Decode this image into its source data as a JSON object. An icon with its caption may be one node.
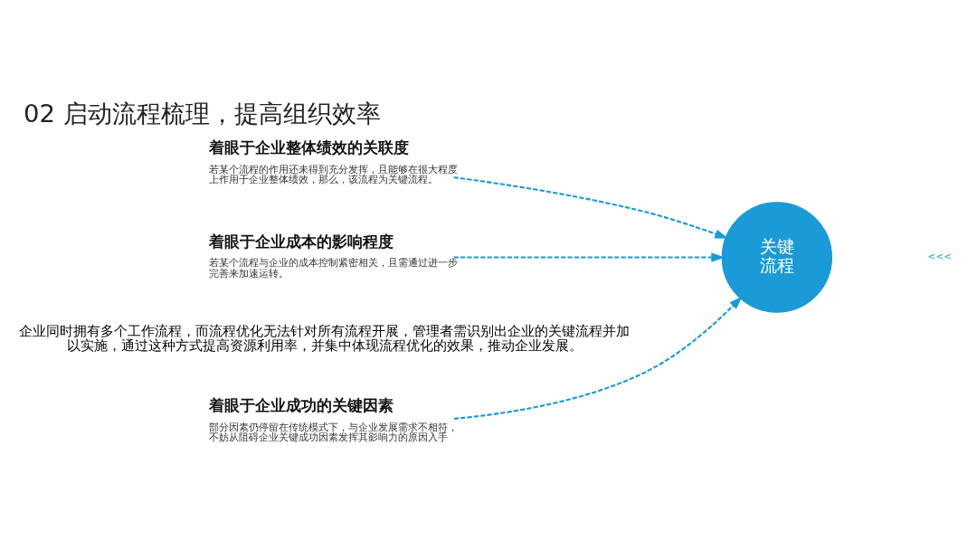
{
  "diagram": {
    "title": "02 启动流程梳理，提高组织效率",
    "nodes": [
      {
        "text": [
          "着眼于企业成功的关键因素",
          "部分因素仍停留在传统模式下，与企业发展需求不相符，不妨从阻碍企业关键成功因素发挥其影响力的原因入手"
        ]
      },
      {
        "text": [
          "着眼于企业整体绩效的关联度",
          "若某个流程的作用还未得到充分发挥，且能够在很大程度上作用于企业整体绩效，那么，该流程为关键流程。"
        ]
      },
      {
        "text": [
          "着眼于企业成本的影响程度",
          "若某个流程与企业的成本控制紧密相关，且需通过进一步完善来加速运转。"
        ]
      },
      {
        "text": [
          "关键流程"
        ]
      }
    ],
    "edges": [
      {
        "from": 0,
        "to": 3,
        "arrow": "to",
        "style": "dashed"
      },
      {
        "from": 1,
        "to": 3,
        "arrow": "to",
        "style": "dashed"
      },
      {
        "from": 2,
        "to": 3,
        "arrow": "to",
        "style": "dashed"
      }
    ],
    "labels": [
      "企业同时拥有多个工作流程，而流程优化无法针对所有流程开展，管理者需识别出企业的关键流程并加以实施，通过这种方式提高资源利用率，并集中体现流程优化的效果，推动企业发展。",
      "<<<"
    ]
  }
}
